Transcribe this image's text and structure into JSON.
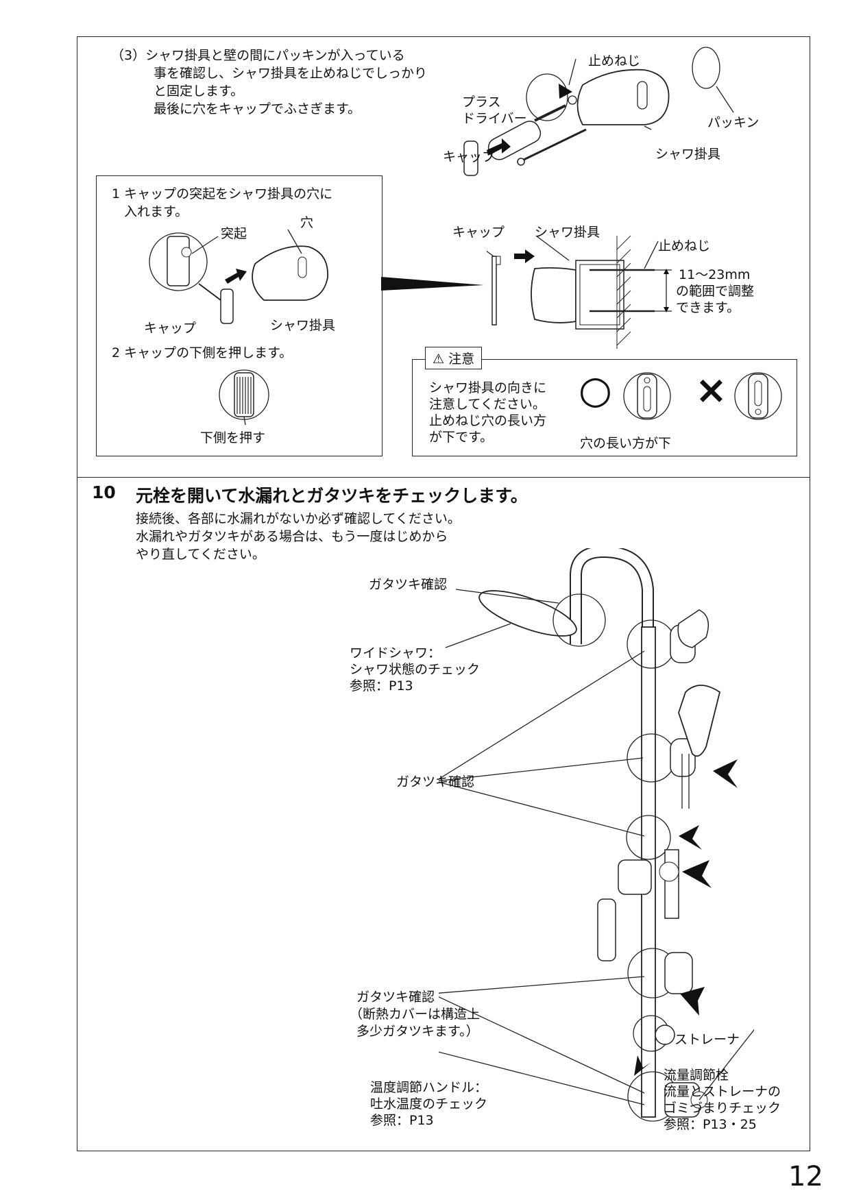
{
  "step3": {
    "lines": [
      "（3）シャワ掛具と壁の間にパッキンが入っている",
      "事を確認し、シャワ掛具を止めねじでしっかり",
      "と固定します。",
      "最後に穴をキャップでふさぎます。"
    ],
    "labels": {
      "stop_screw": "止めねじ",
      "plus_driver_1": "プラス",
      "plus_driver_2": "ドライバー",
      "packing": "パッキン",
      "shower_holder": "シャワ掛具",
      "cap": "キャップ"
    }
  },
  "inset": {
    "step1_line1": "1 キャップの突起をシャワ掛具の穴に",
    "step1_line2": "入れます。",
    "protrusion": "突起",
    "hole": "穴",
    "cap": "キャップ",
    "shower_holder": "シャワ掛具",
    "step2": "2 キャップの下側を押します。",
    "push_bottom": "下側を押す"
  },
  "section": {
    "cap": "キャップ",
    "shower_holder": "シャワ掛具",
    "stop_screw": "止めねじ",
    "range_1": "11〜23mm",
    "range_2": "の範囲で調整",
    "range_3": "できます。"
  },
  "caution": {
    "title": "注意",
    "lines": [
      "シャワ掛具の向きに",
      "注意してください。",
      "止めねじ穴の長い方",
      "が下です。"
    ],
    "ok_mark": "○",
    "ng_mark": "×",
    "long_side_down": "穴の長い方が下"
  },
  "step10": {
    "number": "10",
    "heading": "元栓を開いて水漏れとガタツキをチェックします。",
    "lines": [
      "接続後、各部に水漏れがないか必ず確認してください。",
      "水漏れやガタツキがある場合は、もう一度はじめから",
      "やり直してください。"
    ]
  },
  "callouts": {
    "rattle_top": "ガタツキ確認",
    "wide_shower_1": "ワイドシャワ：",
    "wide_shower_2": "シャワ状態のチェック",
    "wide_shower_3": "参照：P13",
    "rattle_mid": "ガタツキ確認",
    "rattle_low_1": "ガタツキ確認",
    "rattle_low_2": "（断熱カバーは構造上",
    "rattle_low_3": "多少ガタツキます。）",
    "temp_1": "温度調節ハンドル：",
    "temp_2": "吐水温度のチェック",
    "temp_3": "参照：P13",
    "strainer": "ストレーナ",
    "flow_1": "流量調節栓",
    "flow_2": "流量とストレーナの",
    "flow_3": "ゴミづまりチェック",
    "flow_4": "参照：P13・25"
  },
  "page_number": "12"
}
